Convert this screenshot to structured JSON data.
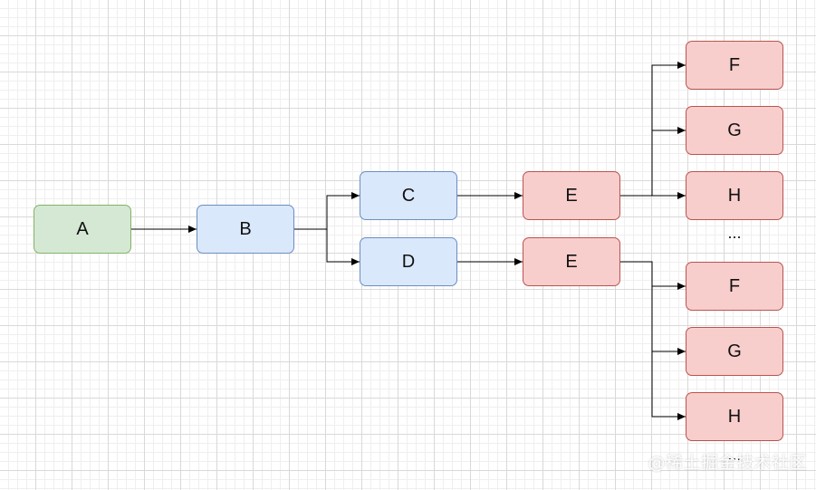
{
  "diagram": {
    "nodes": {
      "a": {
        "label": "A",
        "color": "green"
      },
      "b": {
        "label": "B",
        "color": "blue"
      },
      "c": {
        "label": "C",
        "color": "blue"
      },
      "d": {
        "label": "D",
        "color": "blue"
      },
      "e1": {
        "label": "E",
        "color": "red"
      },
      "e2": {
        "label": "E",
        "color": "red"
      },
      "f1": {
        "label": "F",
        "color": "red"
      },
      "g1": {
        "label": "G",
        "color": "red"
      },
      "h1": {
        "label": "H",
        "color": "red"
      },
      "f2": {
        "label": "F",
        "color": "red"
      },
      "g2": {
        "label": "G",
        "color": "red"
      },
      "h2": {
        "label": "H",
        "color": "red"
      }
    },
    "edges": [
      [
        "a",
        "b"
      ],
      [
        "b",
        "c"
      ],
      [
        "b",
        "d"
      ],
      [
        "c",
        "e1"
      ],
      [
        "d",
        "e2"
      ],
      [
        "e1",
        "f1"
      ],
      [
        "e1",
        "g1"
      ],
      [
        "e1",
        "h1"
      ],
      [
        "e2",
        "f2"
      ],
      [
        "e2",
        "g2"
      ],
      [
        "e2",
        "h2"
      ]
    ],
    "ellipsis_text": "...",
    "colors": {
      "green_fill": "#d5e8d4",
      "green_stroke": "#82b366",
      "blue_fill": "#dae8fc",
      "blue_stroke": "#6c8ebf",
      "red_fill": "#f8cecc",
      "red_stroke": "#b85450",
      "edge": "#000000"
    }
  },
  "watermark": "@稀土掘金技术社区"
}
